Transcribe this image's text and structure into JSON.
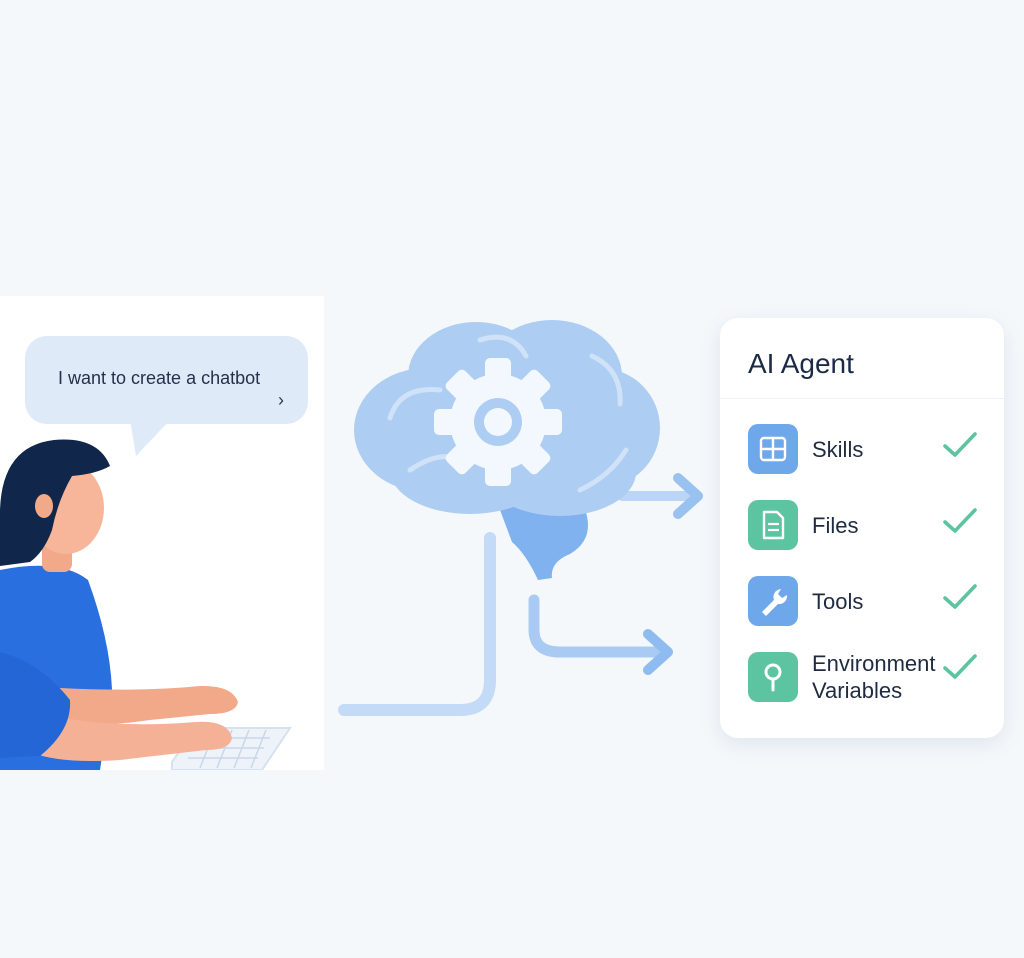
{
  "chat": {
    "message": "I want to create a chatbot",
    "chevron": "›"
  },
  "agent": {
    "title": "AI Agent",
    "items": [
      {
        "label": "Skills",
        "icon": "layout-grid-icon",
        "color": "#6fa8ea",
        "status": "checked"
      },
      {
        "label": "Files",
        "icon": "document-icon",
        "color": "#5cc4a0",
        "status": "checked"
      },
      {
        "label": "Tools",
        "icon": "wrench-icon",
        "color": "#6fa8ea",
        "status": "checked"
      },
      {
        "label": "Environment Variables",
        "icon": "key-icon",
        "color": "#5cc4a0",
        "status": "checked"
      }
    ]
  },
  "colors": {
    "brain": "#a9cbf3",
    "brain_dark": "#7fb2ee",
    "accent_blue": "#1f6fe0",
    "check": "#5cc4a0",
    "arrow": "#9cc3f2"
  }
}
